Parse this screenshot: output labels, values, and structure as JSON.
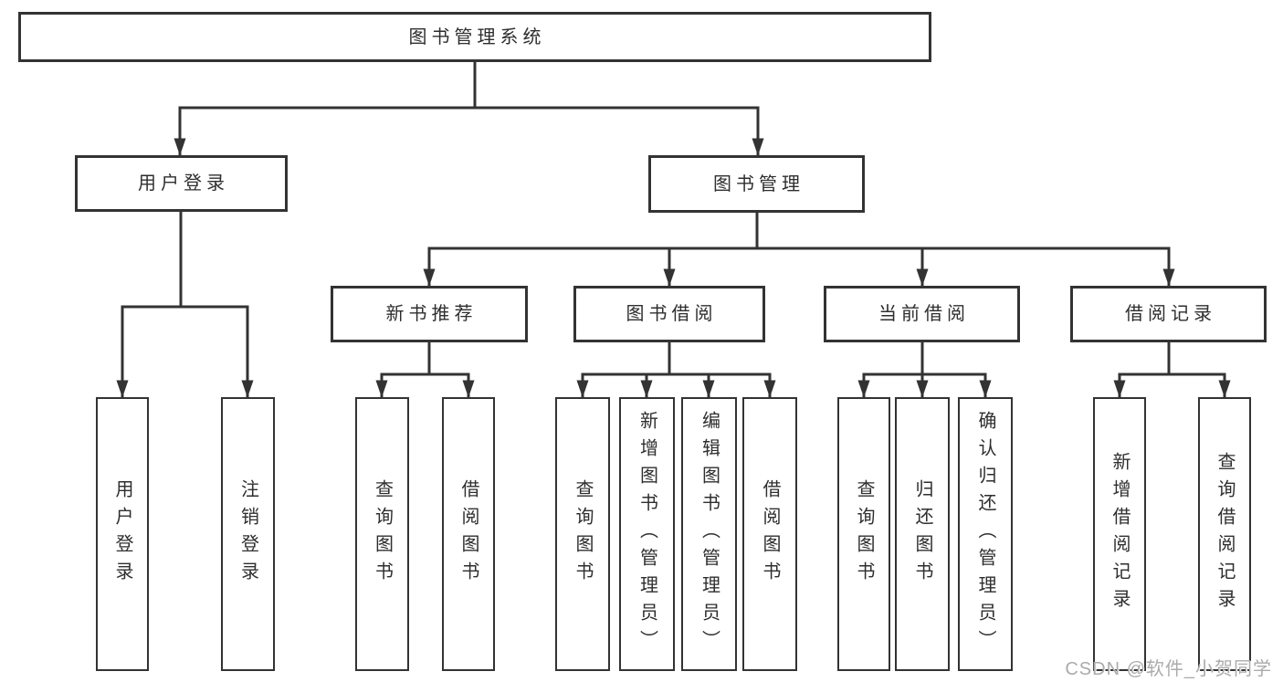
{
  "diagram": {
    "type": "tree-functional-structure",
    "nodes": {
      "root": "图书管理系统",
      "user_login": "用户登录",
      "book_manage": "图书管理",
      "new_book_rec": "新书推荐",
      "book_borrow": "图书借阅",
      "current_borrow": "当前借阅",
      "borrow_record": "借阅记录",
      "leaf_user_login": "用户登录",
      "leaf_logout": "注销登录",
      "leaf_nb_query": "查询图书",
      "leaf_nb_borrow": "借阅图书",
      "leaf_bb_query": "查询图书",
      "leaf_bb_add": "新增图书（管理员）",
      "leaf_bb_edit": "编辑图书（管理员）",
      "leaf_bb_borrow": "借阅图书",
      "leaf_cb_query": "查询图书",
      "leaf_cb_return": "归还图书",
      "leaf_cb_confirm": "确认归还（管理员）",
      "leaf_br_add": "新增借阅记录",
      "leaf_br_query": "查询借阅记录"
    },
    "edges": [
      [
        "图书管理系统",
        "用户登录"
      ],
      [
        "图书管理系统",
        "图书管理"
      ],
      [
        "用户登录",
        "用户登录"
      ],
      [
        "用户登录",
        "注销登录"
      ],
      [
        "图书管理",
        "新书推荐"
      ],
      [
        "图书管理",
        "图书借阅"
      ],
      [
        "图书管理",
        "当前借阅"
      ],
      [
        "图书管理",
        "借阅记录"
      ],
      [
        "新书推荐",
        "查询图书"
      ],
      [
        "新书推荐",
        "借阅图书"
      ],
      [
        "图书借阅",
        "查询图书"
      ],
      [
        "图书借阅",
        "新增图书（管理员）"
      ],
      [
        "图书借阅",
        "编辑图书（管理员）"
      ],
      [
        "图书借阅",
        "借阅图书"
      ],
      [
        "当前借阅",
        "查询图书"
      ],
      [
        "当前借阅",
        "归还图书"
      ],
      [
        "当前借阅",
        "确认归还（管理员）"
      ],
      [
        "借阅记录",
        "新增借阅记录"
      ],
      [
        "借阅记录",
        "查询借阅记录"
      ]
    ],
    "colors": {
      "line": "#333333",
      "box_border": "#333333",
      "box_fill": "#ffffff",
      "text": "#2e2e2e",
      "background": "#ffffff",
      "watermark_text_color": "#ababab"
    }
  },
  "watermark": "CSDN @软件_小贺同学"
}
